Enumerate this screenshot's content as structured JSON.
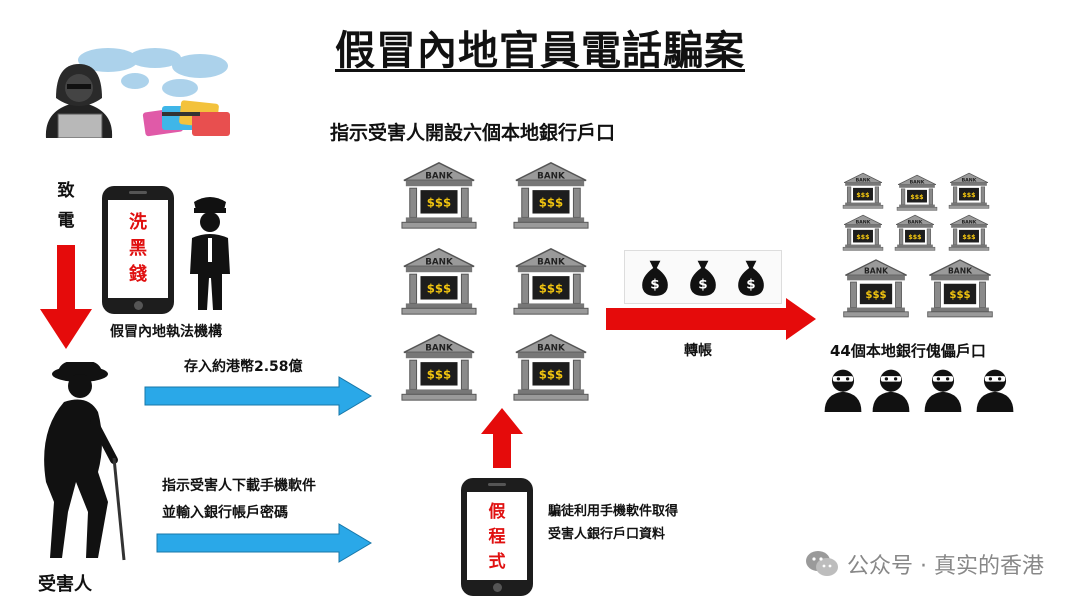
{
  "title": "假冒內地官員電話騙案",
  "step_labels": {
    "open_accounts": "指示受害人開設六個本地銀行戶口",
    "call": [
      "致",
      "電"
    ],
    "impersonate": "假冒內地執法機構",
    "deposit": "存入約港幣2.58億",
    "transfer": "轉帳",
    "mule_accounts": "44個本地銀行傀儡戶口",
    "download_line1": "指示受害人下載手機軟件",
    "download_line2": "並輸入銀行帳戶密碼",
    "fraud_line1": "騙徒利用手機軟件取得",
    "fraud_line2": "受害人銀行戶口資料",
    "victim": "受害人"
  },
  "phone_top": [
    "洗",
    "黑",
    "錢"
  ],
  "phone_bottom": [
    "假",
    "程",
    "式"
  ],
  "bank_text": {
    "name": "BANK",
    "money": "$$$"
  },
  "money_bag_symbol": "$",
  "watermark": "公众号 · 真实的香港",
  "colors": {
    "red_arrow": "#e50b0b",
    "blue_arrow": "#2aa8e8",
    "phone_text": "#e01010",
    "bank_gray": "#8a8a8a"
  },
  "icons": [
    "hacker-icon",
    "world-map-icon",
    "credit-cards-icon",
    "police-officer-icon",
    "elderly-person-icon",
    "money-bag-icon",
    "masked-person-icon",
    "bank-icon",
    "smartphone-icon",
    "wechat-icon"
  ]
}
